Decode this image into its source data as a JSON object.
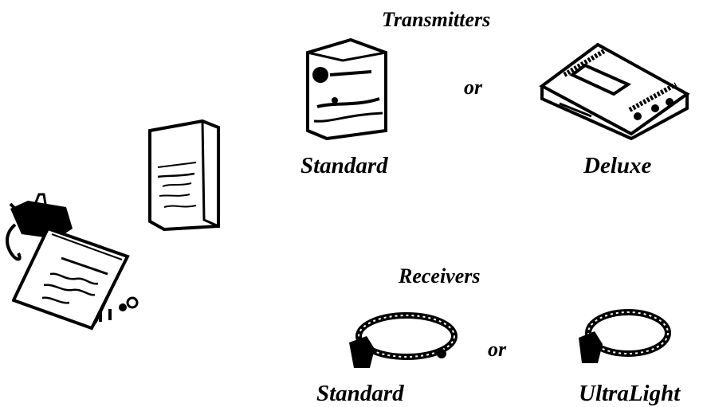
{
  "transmitters": {
    "heading": "Transmitters",
    "option_a": "Standard",
    "connector": "or",
    "option_b": "Deluxe"
  },
  "receivers": {
    "heading": "Receivers",
    "option_a": "Standard",
    "connector": "or",
    "option_b": "UltraLight"
  },
  "illustration_colors": {
    "ink": "#000000",
    "paper": "#ffffff"
  }
}
